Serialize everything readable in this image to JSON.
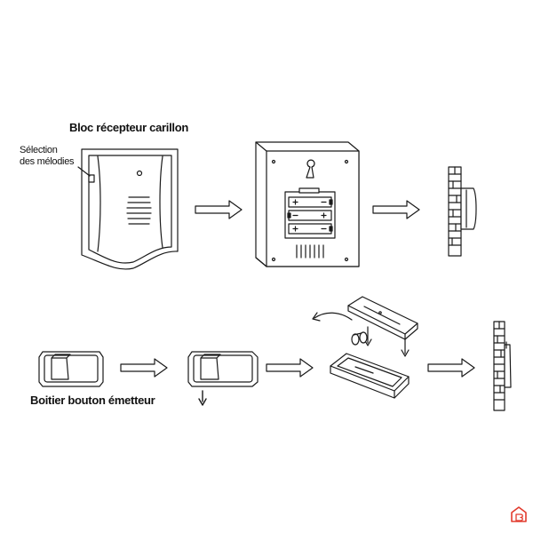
{
  "labels": {
    "receiver_title": "Bloc récepteur carillon",
    "melody_selection_line1": "Sélection",
    "melody_selection_line2": "des mélodies",
    "transmitter_title": "Boitier  bouton émetteur"
  },
  "colors": {
    "line": "#1a1a1a",
    "fill": "#ffffff",
    "logo_red": "#e23b2e"
  },
  "icons": {
    "logo": "house-logo-icon"
  }
}
